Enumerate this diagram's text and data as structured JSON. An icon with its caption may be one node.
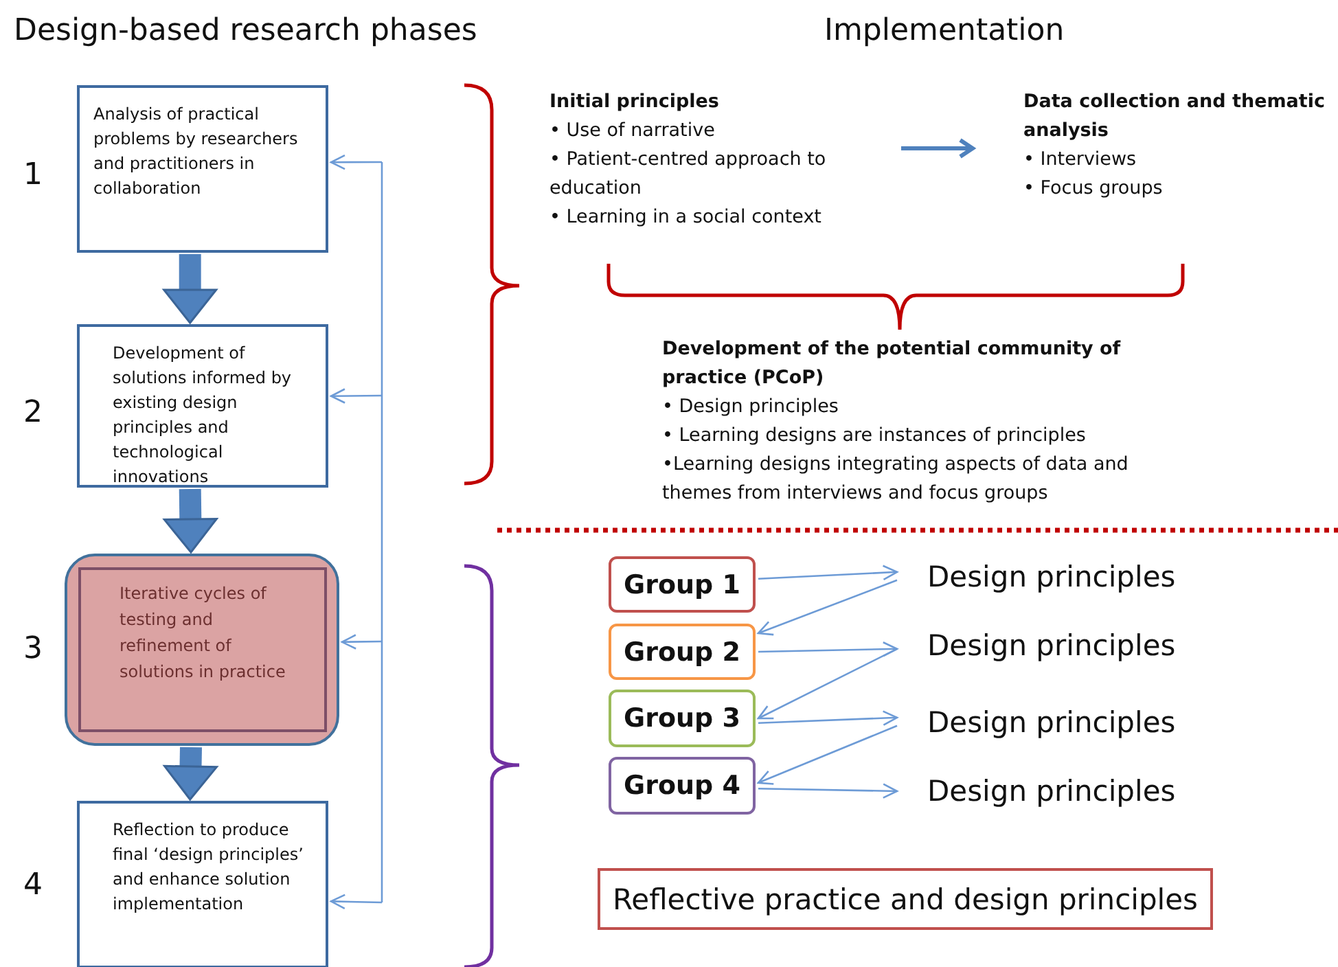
{
  "diagram": {
    "nodes": [
      {
        "text": [
          "Analysis of practical problems by researchers and practitioners in collaboration"
        ]
      },
      {
        "text": [
          "Development of solutions informed by existing design principles and technological innovations"
        ]
      },
      {
        "text": [
          "Iterative cycles of testing and refinement of solutions in practice"
        ]
      },
      {
        "text": [
          "Reflection to produce final ‘design principles’ and enhance solution implementation"
        ]
      },
      {
        "text": [
          "Initial principles",
          "• Use of narrative",
          "• Patient-centred approach to education",
          "• Learning in a social context"
        ]
      },
      {
        "text": [
          "Data collection and thematic analysis",
          "• Interviews",
          "• Focus groups"
        ]
      },
      {
        "text": [
          "Development of the potential community of practice (PCoP)",
          "• Design principles",
          "• Learning designs are instances of principles",
          "•Learning designs integrating aspects of data and themes from interviews and focus groups"
        ]
      },
      {
        "text": [
          "Group 1"
        ]
      },
      {
        "text": [
          "Group 2"
        ]
      },
      {
        "text": [
          "Group 3"
        ]
      },
      {
        "text": [
          "Group 4"
        ]
      },
      {
        "text": [
          "Design principles"
        ]
      },
      {
        "text": [
          "Design principles"
        ]
      },
      {
        "text": [
          "Design principles"
        ]
      },
      {
        "text": [
          "Design principles"
        ]
      },
      {
        "text": [
          "Reflective practice and design principles"
        ]
      }
    ],
    "edges": [
      {
        "from": 0,
        "to": 1,
        "arrow": "to",
        "style": "thick",
        "color": "#4f81bd"
      },
      {
        "from": 1,
        "to": 2,
        "arrow": "to",
        "style": "thick",
        "color": "#4f81bd"
      },
      {
        "from": 2,
        "to": 3,
        "arrow": "to",
        "style": "thick",
        "color": "#4f81bd"
      },
      {
        "from": null,
        "to": 0,
        "arrow": "to"
      },
      {
        "from": null,
        "to": 1,
        "arrow": "to"
      },
      {
        "from": null,
        "to": 2,
        "arrow": "to"
      },
      {
        "from": null,
        "to": 3,
        "arrow": "to"
      },
      {
        "from": 4,
        "to": 5,
        "arrow": "to",
        "style": "thick",
        "color": "#4f81bd"
      },
      {
        "from": 7,
        "to": 11,
        "arrow": "to"
      },
      {
        "from": 11,
        "to": 8,
        "arrow": "to"
      },
      {
        "from": 8,
        "to": 12,
        "arrow": "to"
      },
      {
        "from": 12,
        "to": 9,
        "arrow": "to"
      },
      {
        "from": 9,
        "to": 13,
        "arrow": "to"
      },
      {
        "from": 13,
        "to": 10,
        "arrow": "to"
      },
      {
        "from": 10,
        "to": 14,
        "arrow": "to"
      }
    ],
    "labels": [
      "Design-based research phases",
      "Implementation",
      "1",
      "2",
      "3",
      "4"
    ]
  }
}
